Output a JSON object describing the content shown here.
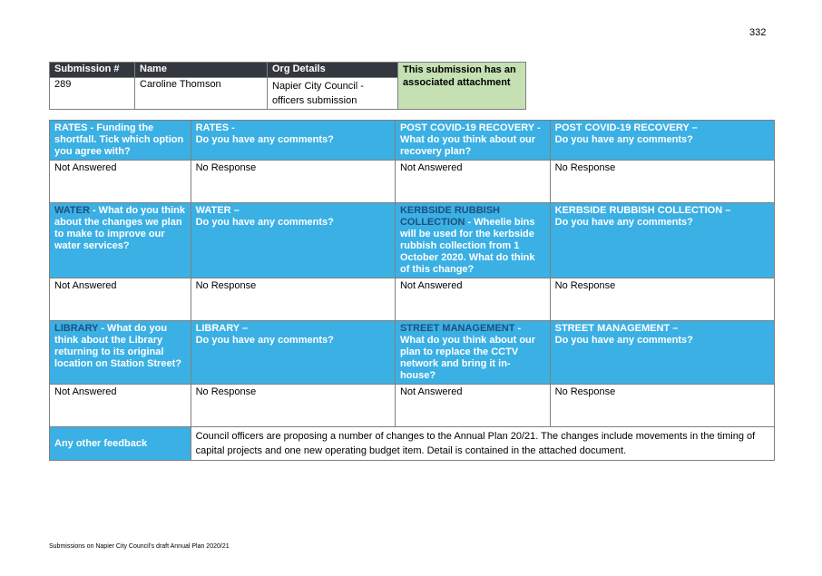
{
  "page_number": "332",
  "submission": {
    "headers": [
      "Submission #",
      "Name",
      "Org Details"
    ],
    "number": "289",
    "name": "Caroline Thomson",
    "org_line1": "Napier City Council -",
    "org_line2": "officers submission",
    "attachment_note": "This submission has an associated attachment"
  },
  "rows": {
    "r1": {
      "q1_topic": "RATES",
      "q1_text": " - Funding the shortfall. Tick which option you agree with?",
      "q2_topic": "RATES -",
      "q2_text": "Do you have any comments?",
      "q3_topic": "POST COVID-19 RECOVERY -",
      "q3_text": "What do you think about our recovery plan?",
      "q4_topic": "POST COVID-19 RECOVERY –",
      "q4_text": "Do you have any comments?",
      "a1": "Not Answered",
      "a2": "No Response",
      "a3": "Not Answered",
      "a4": "No Response"
    },
    "r2": {
      "q1_topic": "WATER",
      "q1_text": " - What do you think about the changes we plan to make to improve our water services?",
      "q2_topic": "WATER –",
      "q2_text": "Do you have any comments?",
      "q3_topic": "KERBSIDE RUBBISH COLLECTION",
      "q3_text": " - Wheelie bins will be used for the kerbside rubbish collection from 1 October 2020. What do think of this change?",
      "q4_topic": "KERBSIDE RUBBISH COLLECTION –",
      "q4_text": "Do you have any comments?",
      "a1": "Not Answered",
      "a2": "No Response",
      "a3": "Not Answered",
      "a4": "No Response"
    },
    "r3": {
      "q1_topic": "LIBRARY",
      "q1_text": " - What do you think about the Library returning to its original location on Station Street?",
      "q2_topic": "LIBRARY –",
      "q2_text": "Do you have any comments?",
      "q3_topic": "STREET MANAGEMENT",
      "q3_text": " - What do you think about our plan to replace the CCTV network and bring it in-house?",
      "q4_topic": "STREET MANAGEMENT –",
      "q4_text": "Do you have any comments?",
      "a1": "Not Answered",
      "a2": "No Response",
      "a3": "Not Answered",
      "a4": "No Response"
    },
    "other": {
      "label": "Any other feedback",
      "text": "Council officers are proposing a number of changes to the Annual Plan 20/21. The changes include movements in the timing of capital projects and one new operating budget item. Detail is contained in the attached document."
    }
  },
  "footer": "Submissions on Napier City Council's draft Annual Plan 2020/21"
}
